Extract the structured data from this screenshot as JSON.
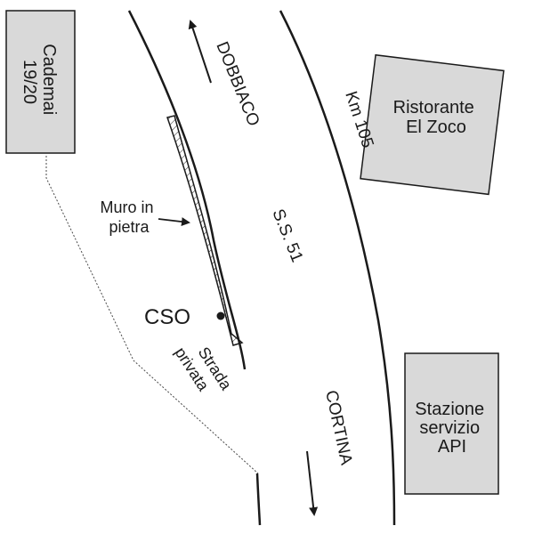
{
  "buildings": {
    "cademai": {
      "line1": "Cademai",
      "line2": "19/20"
    },
    "ristorante": {
      "line1": "Ristorante",
      "line2": "El Zoco"
    },
    "stazione": {
      "line1": "Stazione",
      "line2": "servizio",
      "line3": "API"
    }
  },
  "road": {
    "name": "S.S. 51",
    "km_marker": "Km 105",
    "direction_north": "DOBBIACO",
    "direction_south": "CORTINA"
  },
  "features": {
    "wall_label_line1": "Muro in",
    "wall_label_line2": "pietra",
    "private_road_line1": "Strada",
    "private_road_line2": "privata",
    "station_code": "CSO"
  },
  "colors": {
    "building_fill": "#d9d9d9",
    "line": "#1a1a1a"
  }
}
